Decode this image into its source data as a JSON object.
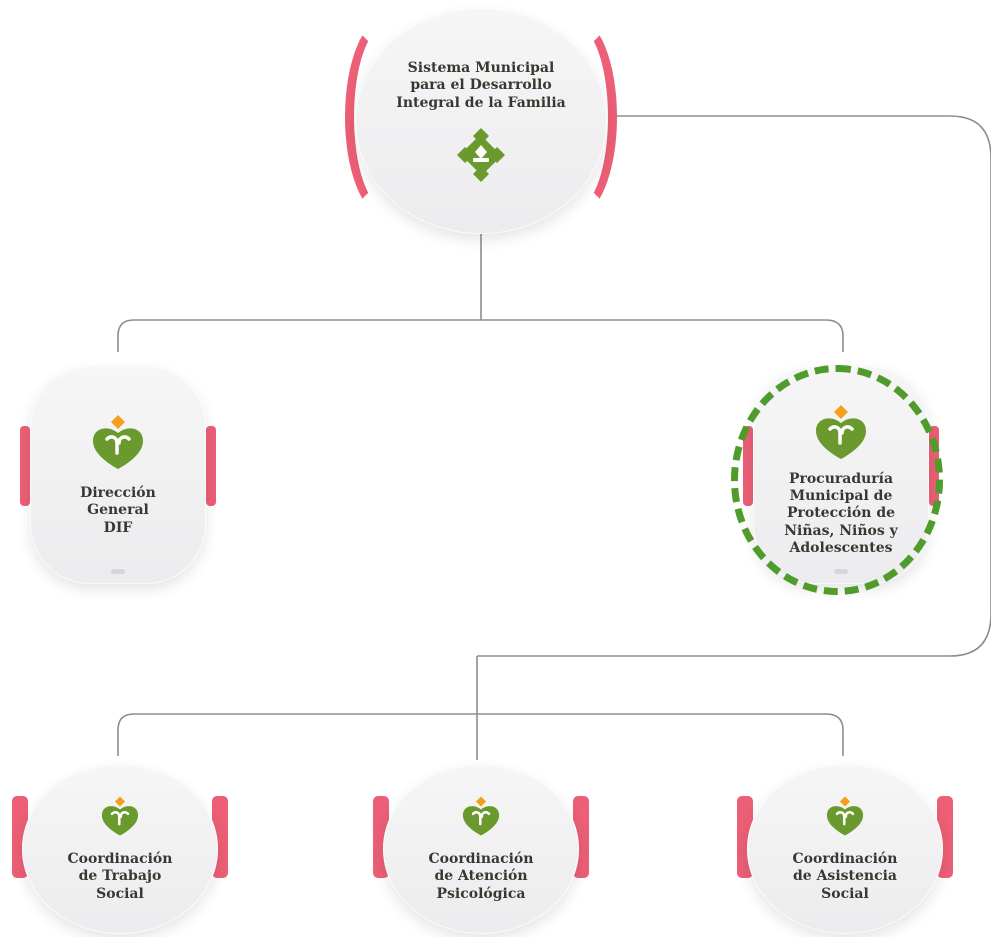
{
  "org_chart": {
    "root": {
      "label": "Sistema Municipal\npara el Desarrollo\nIntegral de la Familia",
      "icon": "dif-emblem-icon"
    },
    "level_two": [
      {
        "label": "Dirección\nGeneral\nDIF",
        "icon": "dif-logo-icon"
      },
      {
        "label": "Procuraduría\nMunicipal de\nProtección de\nNiñas, Niños y\nAdolescentes",
        "icon": "dif-logo-icon",
        "highlighted": true
      }
    ],
    "level_three": [
      {
        "label": "Coordinación\nde Trabajo\nSocial",
        "icon": "dif-logo-icon"
      },
      {
        "label": "Coordinación\nde Atención\nPsicológica",
        "icon": "dif-logo-icon"
      },
      {
        "label": "Coordinación\nde Asistencia\nSocial",
        "icon": "dif-logo-icon"
      }
    ]
  },
  "colors": {
    "accent_pink": "#ec5f76",
    "logo_green": "#6a9a2e",
    "logo_orange": "#f5a01c",
    "highlight_green": "#4f9b2c",
    "connector_gray": "#8d8d8d",
    "text": "#3b3630"
  }
}
